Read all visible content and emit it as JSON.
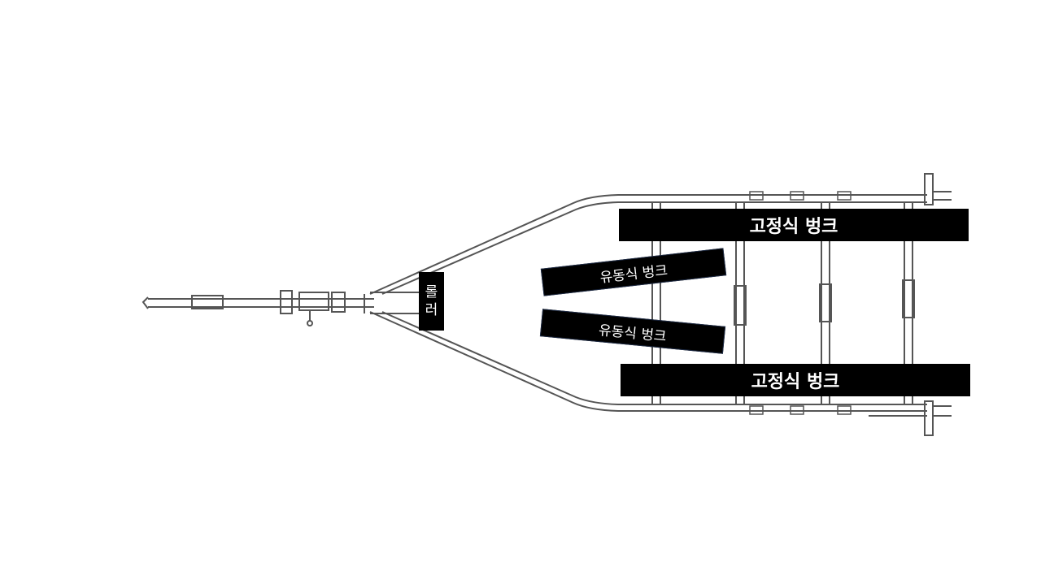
{
  "labels": {
    "fixed_bunk_top": "고정식 벙크",
    "fixed_bunk_bottom": "고정식 벙크",
    "floating_bunk_top": "유동식 벙크",
    "floating_bunk_bottom": "유동식 벙크",
    "roller_line1": "롤",
    "roller_line2": "러"
  },
  "colors": {
    "frame_stroke": "#555555",
    "label_background": "#000000",
    "label_text": "#ffffff"
  }
}
